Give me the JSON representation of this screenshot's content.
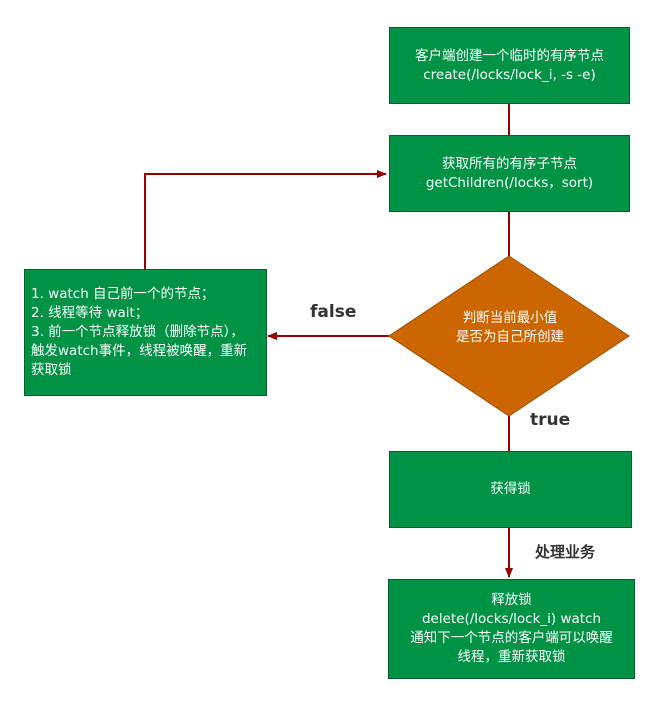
{
  "colors": {
    "process_fill": "#009245",
    "process_border": "#0b5d2e",
    "decision_fill": "#cc6600",
    "decision_border": "#a04f00",
    "arrow": "#990000",
    "label": "#333333"
  },
  "nodes": {
    "create_node": {
      "lines": [
        "客户端创建一个临时的有序节点",
        "create(/locks/lock_i, -s -e)"
      ]
    },
    "get_children": {
      "lines": [
        "获取所有的有序子节点",
        "getChildren(/locks，sort)"
      ]
    },
    "decision": {
      "lines": [
        "判断当前最小值",
        "是否为自己所创建"
      ]
    },
    "watch_wait": {
      "lines": [
        "1. watch 自己前一个的节点；",
        "2. 线程等待 wait；",
        "3. 前一个节点释放锁（删除节点），",
        "触发watch事件，线程被唤醒，重新",
        "获取锁"
      ]
    },
    "acquire_lock": {
      "lines": [
        "获得锁"
      ]
    },
    "release_lock": {
      "lines": [
        "释放锁",
        "delete(/locks/lock_i) watch",
        "通知下一个节点的客户端可以唤醒",
        "线程，重新获取锁"
      ]
    }
  },
  "edges": {
    "false_label": "false",
    "true_label": "true",
    "business_label": "处理业务"
  }
}
